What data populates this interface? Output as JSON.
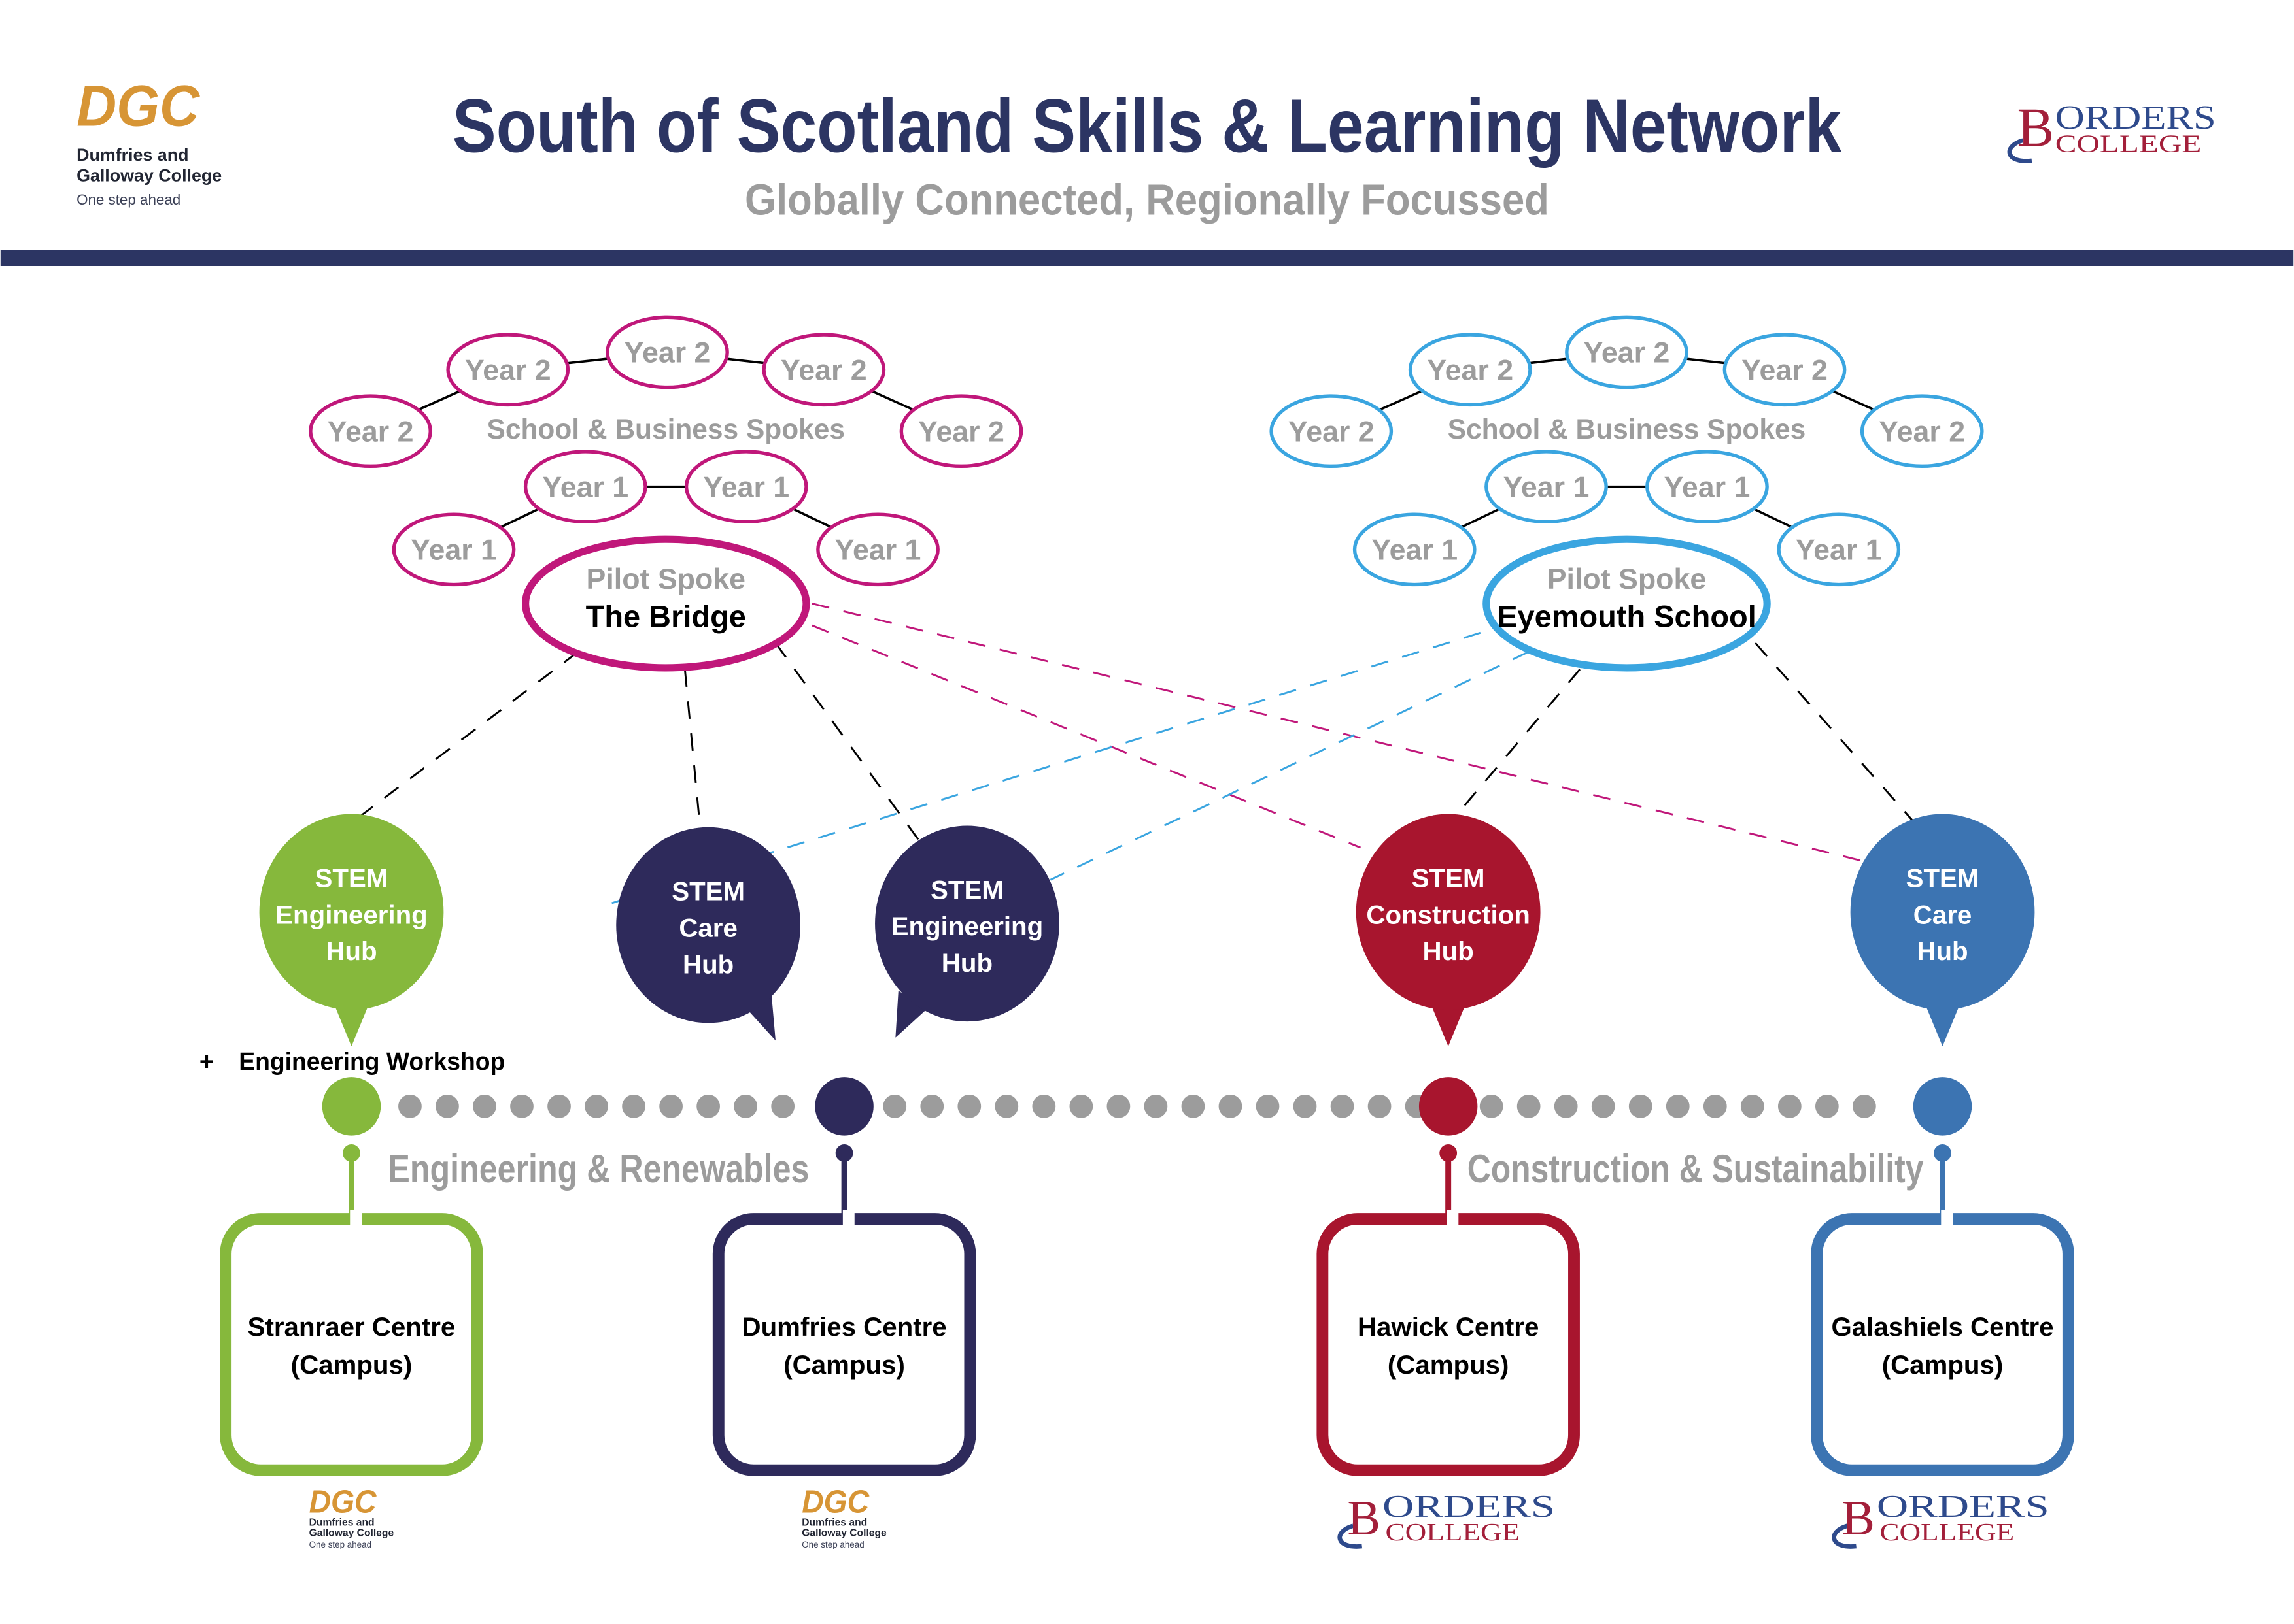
{
  "header": {
    "title": "South of Scotland Skills & Learning Network",
    "subtitle": "Globally Connected, Regionally Focussed"
  },
  "logos": {
    "dgc": {
      "mark": "DGC",
      "name_line1": "Dumfries and",
      "name_line2": "Galloway College",
      "tagline": "One step ahead"
    },
    "borders": {
      "initial": "B",
      "rest": "ORDERS",
      "college": "COLLEGE"
    }
  },
  "colors": {
    "navy": "#2c3563",
    "magenta": "#c0177a",
    "sky": "#3aa5e0",
    "green": "#86b83c",
    "dark_navy": "#2e2a5b",
    "crimson": "#a8152e",
    "steel_blue": "#3c74b2",
    "grey": "#9c9c9c"
  },
  "clusters": [
    {
      "id": "bridge",
      "color": "#c0177a",
      "section_label": "School & Business Spokes",
      "year2": [
        "Year 2",
        "Year 2",
        "Year 2",
        "Year 2",
        "Year 2"
      ],
      "year1": [
        "Year 1",
        "Year 1",
        "Year 1",
        "Year 1"
      ],
      "pilot_label": "Pilot Spoke",
      "pilot_name": "The Bridge"
    },
    {
      "id": "eyemouth",
      "color": "#3aa5e0",
      "section_label": "School & Business Spokes",
      "year2": [
        "Year 2",
        "Year 2",
        "Year 2",
        "Year 2",
        "Year 2"
      ],
      "year1": [
        "Year 1",
        "Year 1",
        "Year 1",
        "Year 1"
      ],
      "pilot_label": "Pilot Spoke",
      "pilot_name": "Eyemouth School"
    }
  ],
  "hubs": [
    {
      "lines": [
        "STEM",
        "Engineering",
        "Hub"
      ],
      "color": "#86b83c"
    },
    {
      "lines": [
        "STEM",
        "Care",
        "Hub"
      ],
      "color": "#2e2a5b"
    },
    {
      "lines": [
        "STEM",
        "Engineering",
        "Hub"
      ],
      "color": "#2e2a5b"
    },
    {
      "lines": [
        "STEM",
        "Construction",
        "Hub"
      ],
      "color": "#a8152e"
    },
    {
      "lines": [
        "STEM",
        "Care",
        "Hub"
      ],
      "color": "#3c74b2"
    }
  ],
  "workshop_note": {
    "symbol": "+",
    "label": "Engineering Workshop"
  },
  "line_labels": {
    "left": "Engineering & Renewables",
    "right": "Construction & Sustainability"
  },
  "campuses": [
    {
      "name": "Stranraer Centre",
      "sub": "(Campus)",
      "color": "#86b83c",
      "college": "dgc"
    },
    {
      "name": "Dumfries Centre",
      "sub": "(Campus)",
      "color": "#2e2a5b",
      "college": "dgc"
    },
    {
      "name": "Hawick Centre",
      "sub": "(Campus)",
      "color": "#a8152e",
      "college": "borders"
    },
    {
      "name": "Galashiels Centre",
      "sub": "(Campus)",
      "color": "#3c74b2",
      "college": "borders"
    }
  ]
}
